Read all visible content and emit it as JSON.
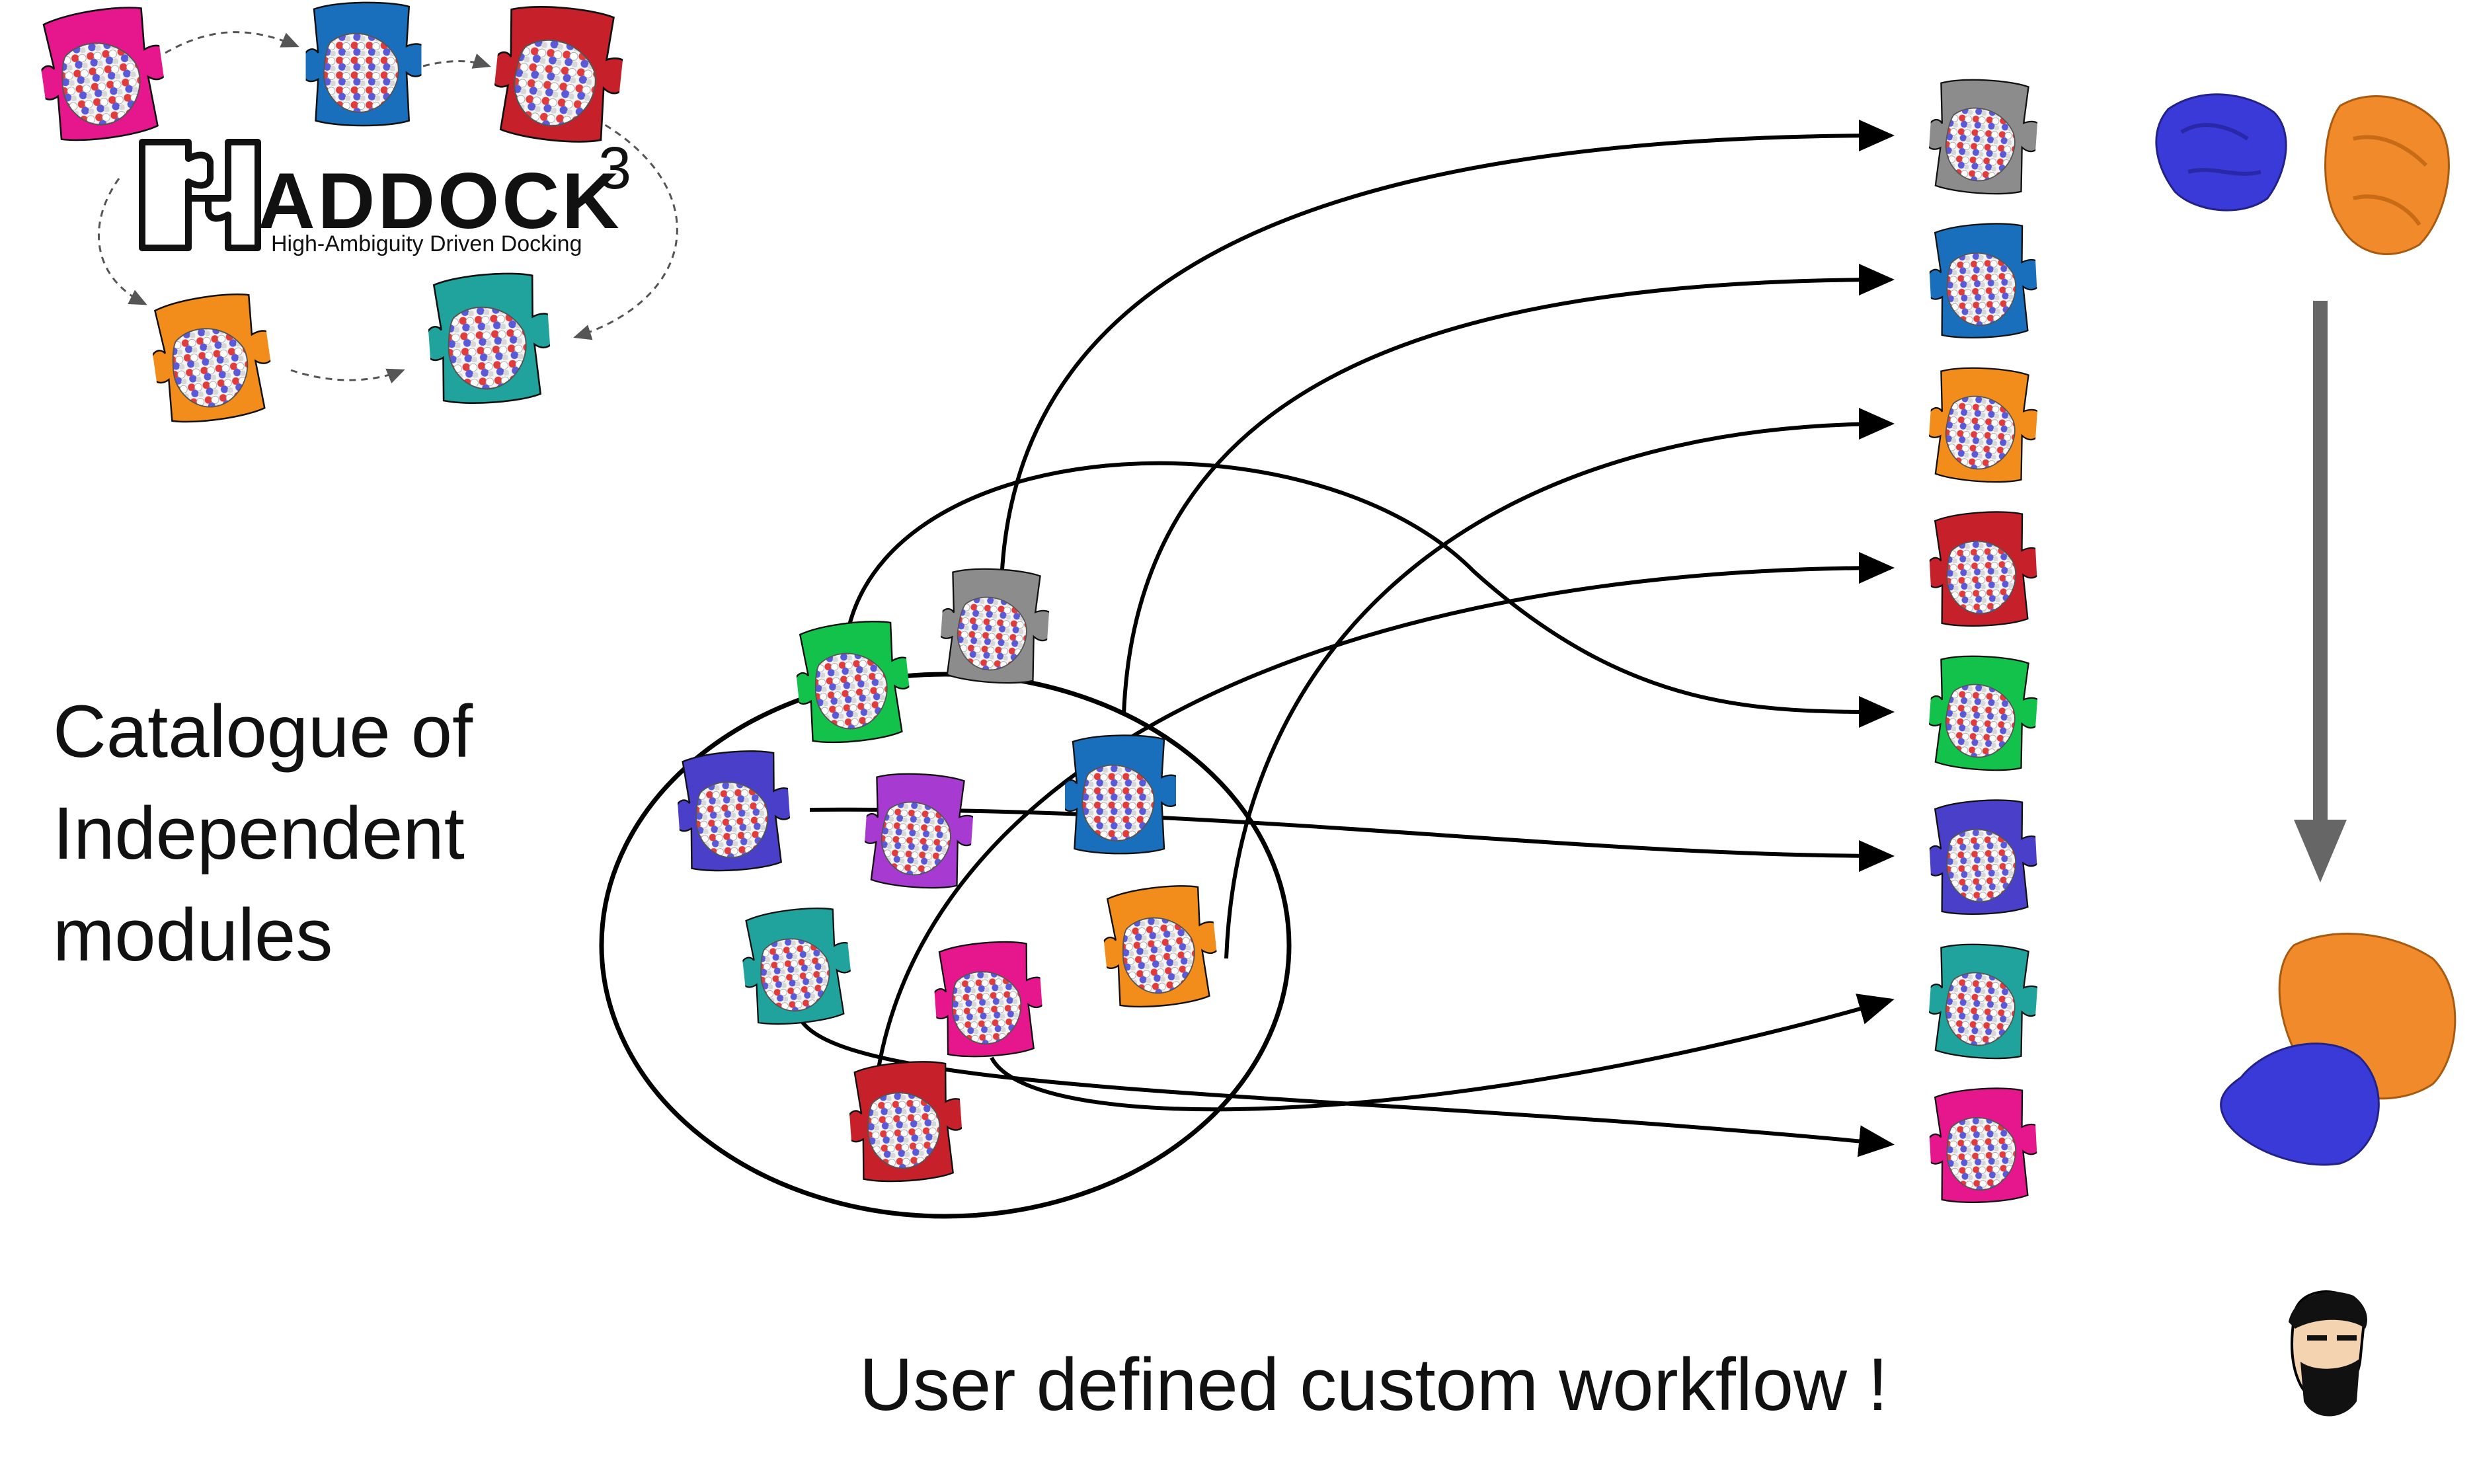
{
  "logo": {
    "name": "ADDOCK",
    "superscript": "3",
    "tagline": "High-Ambiguity Driven Docking"
  },
  "catalogue_label": {
    "line1": "Catalogue of",
    "line2": "Independent",
    "line3": "modules"
  },
  "caption": "User defined custom workflow !",
  "colors": {
    "magenta": "#e6168c",
    "blue": "#1a6fbd",
    "red": "#c6202b",
    "orange": "#f28c1a",
    "teal": "#1fa39c",
    "gray": "#8c8c8c",
    "green": "#12c24a",
    "indigo": "#4a3fc9",
    "purple": "#a63ad1",
    "protein_blue": "#3a3ad9",
    "protein_orange": "#f08a2a",
    "arrow_gray": "#666666"
  },
  "logo_cycle": [
    "magenta",
    "blue",
    "red",
    "teal",
    "orange"
  ],
  "catalogue_modules": [
    "green",
    "gray",
    "indigo",
    "purple",
    "blue",
    "teal",
    "magenta",
    "orange",
    "red"
  ],
  "workflow_modules": [
    "gray",
    "blue",
    "orange",
    "red",
    "green",
    "indigo",
    "teal",
    "magenta"
  ],
  "connections": [
    {
      "from": "gray",
      "to": "gray"
    },
    {
      "from": "blue",
      "to": "blue"
    },
    {
      "from": "orange",
      "to": "orange"
    },
    {
      "from": "red",
      "to": "red"
    },
    {
      "from": "green",
      "to": "green"
    },
    {
      "from": "indigo",
      "to": "indigo"
    },
    {
      "from": "magenta",
      "to": "teal"
    },
    {
      "from": "teal",
      "to": "magenta"
    }
  ]
}
